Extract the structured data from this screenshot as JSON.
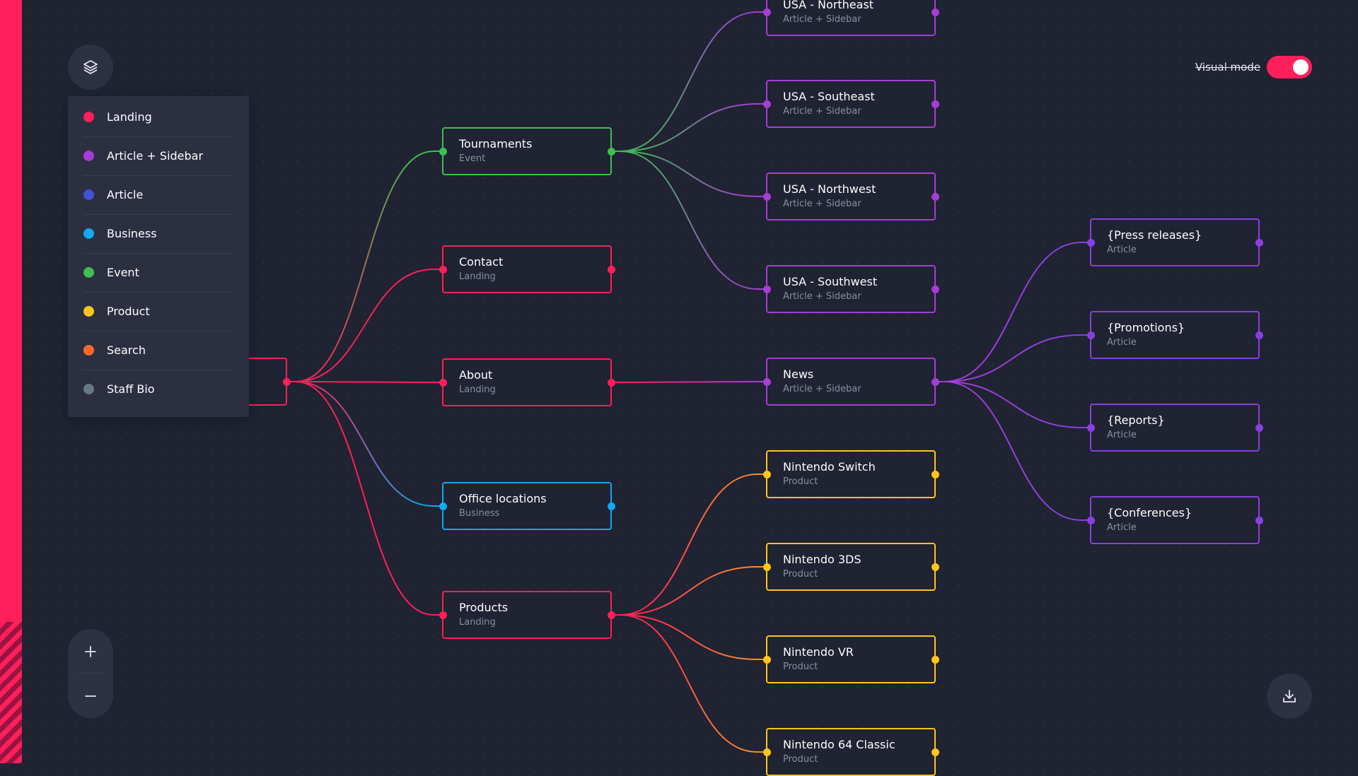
{
  "colors": {
    "Landing": "#ff1f5a",
    "Article + Sidebar": "#a53dd6",
    "Article": "#8a3fe0",
    "Article-legend": "#4451d6",
    "Business": "#15a8f0",
    "Event": "#3fbf4f",
    "Product": "#ffc51a",
    "Search": "#ff6a2a",
    "Staff Bio": "#667788",
    "product-edge": "#ff8a2a"
  },
  "legend": {
    "items": [
      {
        "label": "Landing",
        "color": "#ff1f5a"
      },
      {
        "label": "Article + Sidebar",
        "color": "#a53dd6"
      },
      {
        "label": "Article",
        "color": "#4451d6"
      },
      {
        "label": "Business",
        "color": "#15a8f0"
      },
      {
        "label": "Event",
        "color": "#3fbf4f"
      },
      {
        "label": "Product",
        "color": "#ffc51a"
      },
      {
        "label": "Search",
        "color": "#ff6a2a"
      },
      {
        "label": "Staff Bio",
        "color": "#667788"
      }
    ]
  },
  "toolbar": {
    "visual_mode_label": "Visual mode",
    "visual_mode_on": true,
    "layers_icon": "layers-icon",
    "zoom_in_icon": "plus-icon",
    "zoom_out_icon": "minus-icon",
    "download_icon": "download-icon"
  },
  "nodes": {
    "root": {
      "title": "",
      "subtitle": "",
      "type": "Landing"
    },
    "tournaments": {
      "title": "Tournaments",
      "subtitle": "Event",
      "type": "Event"
    },
    "contact": {
      "title": "Contact",
      "subtitle": "Landing",
      "type": "Landing"
    },
    "about": {
      "title": "About",
      "subtitle": "Landing",
      "type": "Landing"
    },
    "office": {
      "title": "Office locations",
      "subtitle": "Business",
      "type": "Business"
    },
    "products": {
      "title": "Products",
      "subtitle": "Landing",
      "type": "Landing"
    },
    "usa_ne": {
      "title": "USA - Northeast",
      "subtitle": "Article + Sidebar",
      "type": "Article + Sidebar"
    },
    "usa_se": {
      "title": "USA - Southeast",
      "subtitle": "Article + Sidebar",
      "type": "Article + Sidebar"
    },
    "usa_nw": {
      "title": "USA - Northwest",
      "subtitle": "Article + Sidebar",
      "type": "Article + Sidebar"
    },
    "usa_sw": {
      "title": "USA - Southwest",
      "subtitle": "Article + Sidebar",
      "type": "Article + Sidebar"
    },
    "news": {
      "title": "News",
      "subtitle": "Article + Sidebar",
      "type": "Article + Sidebar"
    },
    "switch": {
      "title": "Nintendo Switch",
      "subtitle": "Product",
      "type": "Product"
    },
    "n3ds": {
      "title": "Nintendo 3DS",
      "subtitle": "Product",
      "type": "Product"
    },
    "nvr": {
      "title": "Nintendo VR",
      "subtitle": "Product",
      "type": "Product"
    },
    "n64": {
      "title": "Nintendo 64 Classic",
      "subtitle": "Product",
      "type": "Product"
    },
    "press": {
      "title": "{Press releases}",
      "subtitle": "Article",
      "type": "Article"
    },
    "promotions": {
      "title": "{Promotions}",
      "subtitle": "Article",
      "type": "Article"
    },
    "reports": {
      "title": "{Reports}",
      "subtitle": "Article",
      "type": "Article"
    },
    "conferences": {
      "title": "{Conferences}",
      "subtitle": "Article",
      "type": "Article"
    }
  },
  "edges": [
    [
      "root",
      "tournaments"
    ],
    [
      "root",
      "contact"
    ],
    [
      "root",
      "about"
    ],
    [
      "root",
      "office"
    ],
    [
      "root",
      "products"
    ],
    [
      "tournaments",
      "usa_ne"
    ],
    [
      "tournaments",
      "usa_se"
    ],
    [
      "tournaments",
      "usa_nw"
    ],
    [
      "tournaments",
      "usa_sw"
    ],
    [
      "about",
      "news"
    ],
    [
      "products",
      "switch"
    ],
    [
      "products",
      "n3ds"
    ],
    [
      "products",
      "nvr"
    ],
    [
      "products",
      "n64"
    ],
    [
      "news",
      "press"
    ],
    [
      "news",
      "promotions"
    ],
    [
      "news",
      "reports"
    ],
    [
      "news",
      "conferences"
    ]
  ]
}
